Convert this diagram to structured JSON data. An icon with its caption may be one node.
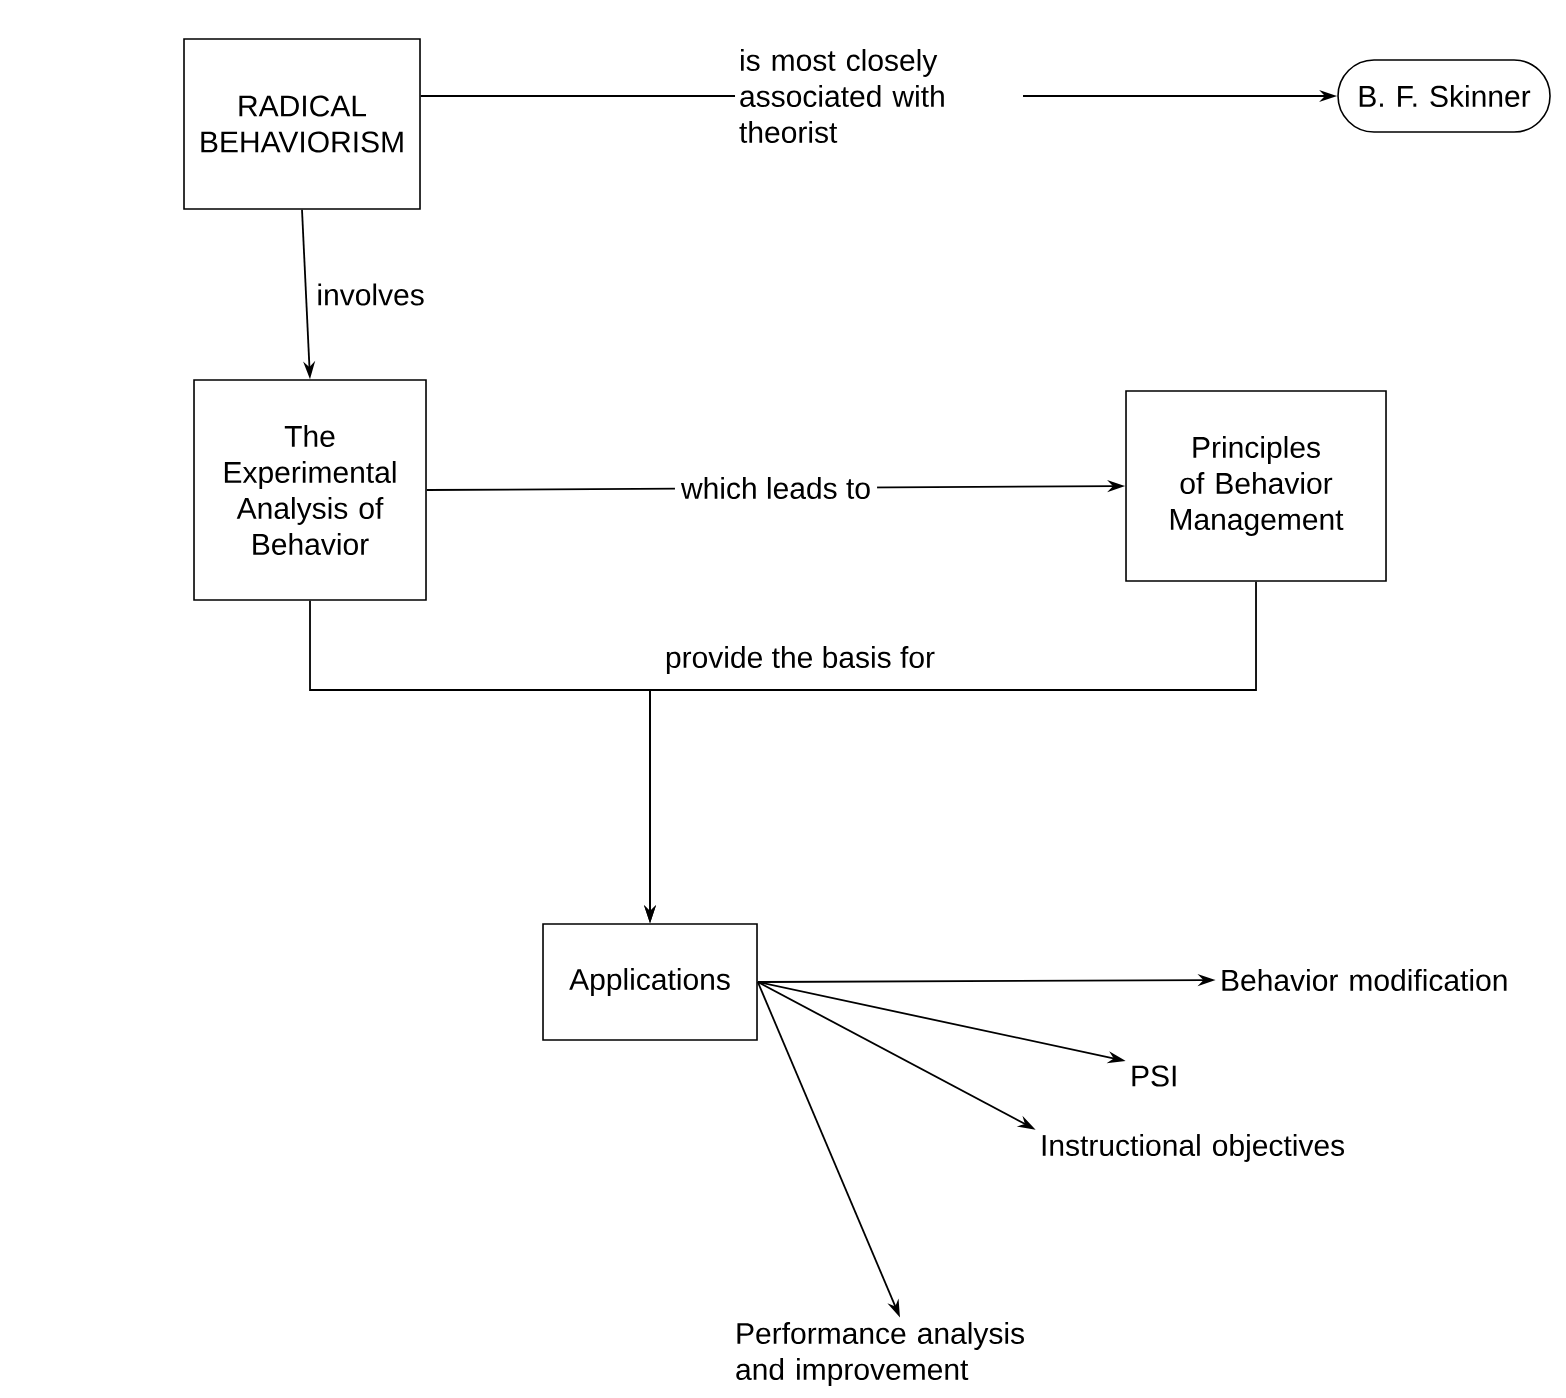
{
  "diagram": {
    "nodes": [
      {
        "text": [
          "RADICAL BEHAVIORISM"
        ]
      },
      {
        "text": [
          "B. F. Skinner"
        ]
      },
      {
        "text": [
          "The Experimental Analysis of Behavior"
        ]
      },
      {
        "text": [
          "Principles of Behavior Management"
        ]
      },
      {
        "text": [
          "Applications"
        ]
      },
      {
        "text": [
          "Behavior modification"
        ]
      },
      {
        "text": [
          "PSI"
        ]
      },
      {
        "text": [
          "Instructional objectives"
        ]
      },
      {
        "text": [
          "Performance analysis and improvement"
        ]
      }
    ],
    "edges": [
      {
        "from": 0,
        "to": 1,
        "arrow": "to",
        "label": "is most closely associated with theorist"
      },
      {
        "from": 0,
        "to": 2,
        "arrow": "to",
        "label": "involves"
      },
      {
        "from": 2,
        "to": 3,
        "arrow": "to",
        "label": "which leads to"
      },
      {
        "from": 2,
        "to": 4,
        "arrow": "to",
        "label": "provide the basis for"
      },
      {
        "from": 3,
        "to": 4,
        "arrow": "to"
      },
      {
        "from": 4,
        "to": 5,
        "arrow": "to"
      },
      {
        "from": 4,
        "to": 6,
        "arrow": "to"
      },
      {
        "from": 4,
        "to": 7,
        "arrow": "to"
      },
      {
        "from": 4,
        "to": 8,
        "arrow": "to"
      }
    ]
  }
}
